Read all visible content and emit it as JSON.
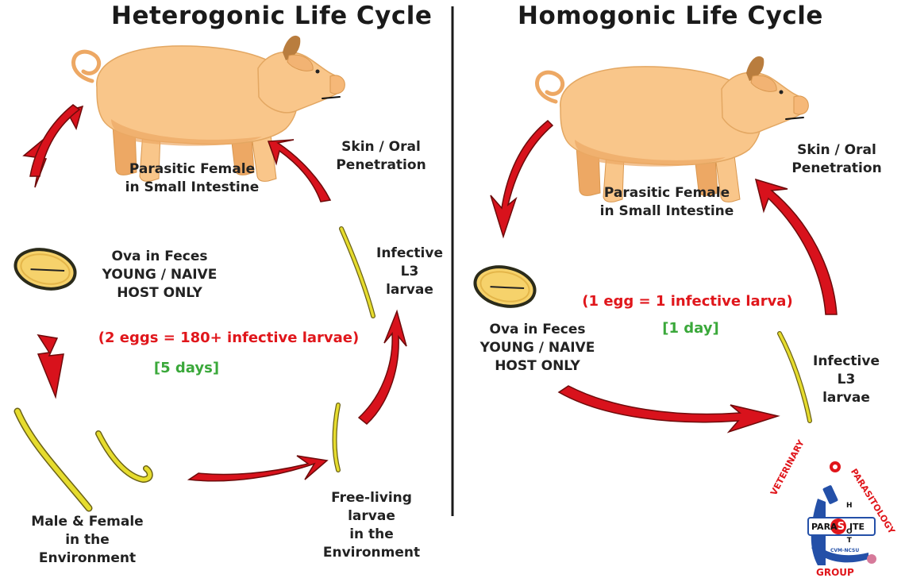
{
  "heterogonic": {
    "title": "Heterogonic Life Cycle",
    "host_label": [
      "Parasitic Female",
      "in Small Intestine"
    ],
    "penetration_label": [
      "Skin / Oral",
      "Penetration"
    ],
    "ova_label": [
      "Ova in Feces",
      "YOUNG / NAIVE",
      "HOST ONLY"
    ],
    "infective_label": [
      "Infective",
      "L3",
      "larvae"
    ],
    "yield_note": "(2 eggs = 180+ infective larvae)",
    "duration_note": "[5 days]",
    "adults_label": [
      "Male & Female",
      "in the",
      "Environment"
    ],
    "freeliving_label": [
      "Free-living",
      "larvae",
      "in the",
      "Environment"
    ]
  },
  "homogonic": {
    "title": "Homogonic Life Cycle",
    "host_label": [
      "Parasitic Female",
      "in Small Intestine"
    ],
    "penetration_label": [
      "Skin / Oral",
      "Penetration"
    ],
    "ova_label": [
      "Ova in Feces",
      "YOUNG / NAIVE",
      "HOST ONLY"
    ],
    "infective_label": [
      "Infective",
      "L3",
      "larvae"
    ],
    "yield_note": "(1 egg = 1 infective larva)",
    "duration_note": "[1 day]"
  },
  "logo": {
    "top_left": "VETERINARY",
    "top_right": "PARASITOLOGY",
    "bottom": "GROUP",
    "center_left": "PARA",
    "center_s": "S",
    "center_right": "ITE",
    "host_letters": [
      "H",
      "O",
      "T"
    ],
    "institution": "CVM-NCSU"
  },
  "colors": {
    "arrow_red": "#d8121c",
    "arrow_dark": "#6e0b0b",
    "pig_body": "#f9c68a",
    "pig_shadow": "#eda864",
    "pig_ear": "#c88a45",
    "egg_fill": "#f6d26b",
    "larva_fill": "#e6dc2e",
    "note_red": "#e0161b",
    "note_green": "#3aa83a"
  }
}
